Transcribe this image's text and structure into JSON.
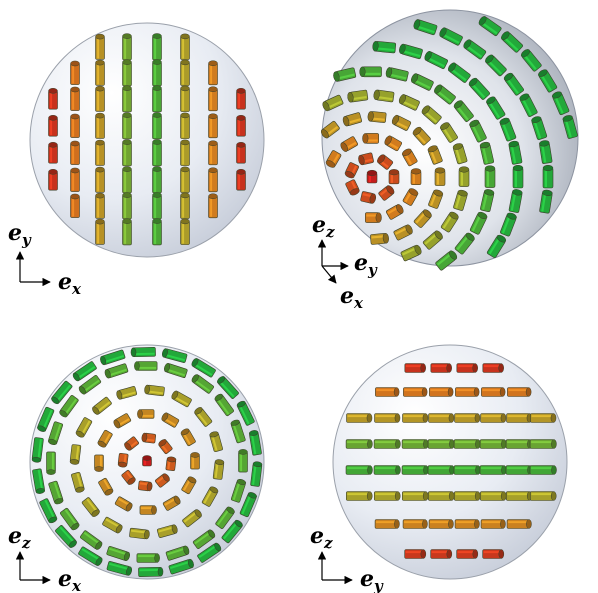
{
  "panels": [
    {
      "id": "view-z",
      "view": "projection-along-z",
      "axes": [
        {
          "letter": "e",
          "sub": "y"
        },
        {
          "letter": "e",
          "sub": "x"
        }
      ]
    },
    {
      "id": "view-3d",
      "view": "perspective",
      "axes": [
        {
          "letter": "e",
          "sub": "z"
        },
        {
          "letter": "e",
          "sub": "y"
        },
        {
          "letter": "e",
          "sub": "x"
        }
      ]
    },
    {
      "id": "view-y",
      "view": "projection-along-y",
      "axes": [
        {
          "letter": "e",
          "sub": "z"
        },
        {
          "letter": "e",
          "sub": "x"
        }
      ]
    },
    {
      "id": "view-x",
      "view": "projection-along-x",
      "axes": [
        {
          "letter": "e",
          "sub": "z"
        },
        {
          "letter": "e",
          "sub": "y"
        }
      ]
    }
  ],
  "colors": {
    "sphere_fill": "#e6eaf2",
    "sphere_stroke": "#9aa0aa",
    "tilted_red": "#c41d1d",
    "mid_orange": "#d27a1e",
    "olive": "#a6a02a",
    "aligned_green": "#23a83a",
    "outline": "#3a3f2a"
  }
}
